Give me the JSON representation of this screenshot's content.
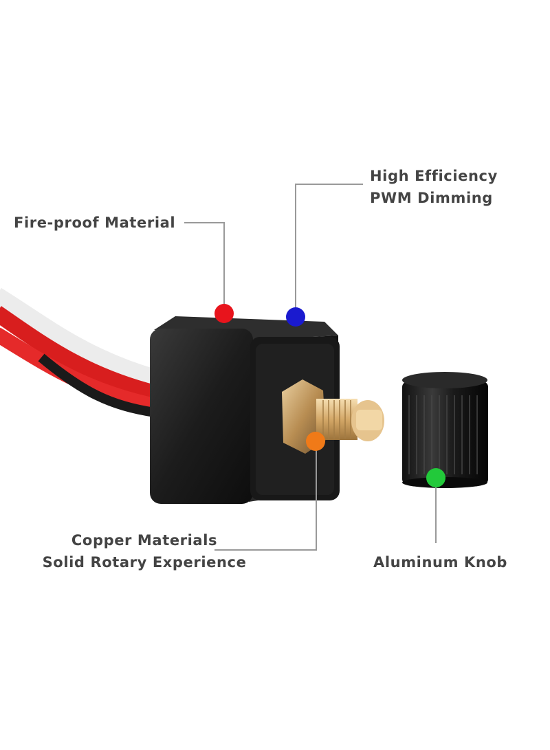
{
  "callouts": {
    "fireproof": {
      "text": "Fire-proof Material",
      "dot_color": "#e8141c"
    },
    "pwm": {
      "line1": "High Efficiency",
      "line2": "PWM Dimming",
      "dot_color": "#1a1acf"
    },
    "copper": {
      "line1": "Copper Materials",
      "line2": "Solid Rotary Experience",
      "dot_color": "#f07a18"
    },
    "knob": {
      "text": "Aluminum Knob",
      "dot_color": "#22c93a"
    }
  },
  "colors": {
    "text": "#444444",
    "leader_line": "#999999",
    "housing": "#1b1b1b",
    "wire_red": "#d81e1e",
    "wire_white": "#eeeeee",
    "shaft_brass": "#d9b074"
  }
}
